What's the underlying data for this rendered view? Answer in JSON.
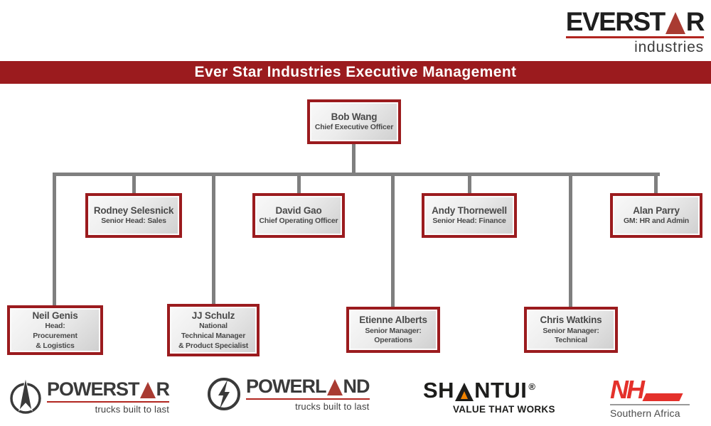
{
  "banner": {
    "title": "Ever Star Industries Executive Management",
    "bg": "#9B1B1E"
  },
  "brand": {
    "everstar": {
      "pre": "EVERST",
      "post": "R",
      "sub": "industries"
    }
  },
  "org": {
    "ceo": {
      "name": "Bob Wang",
      "title": "Chief Executive Officer"
    },
    "row2": [
      {
        "name": "Rodney Selesnick",
        "title": "Senior Head: Sales"
      },
      {
        "name": "David Gao",
        "title": "Chief Operating Officer"
      },
      {
        "name": "Andy Thornewell",
        "title": "Senior Head: Finance"
      },
      {
        "name": "Alan Parry",
        "title": "GM: HR and Admin"
      }
    ],
    "row3": [
      {
        "name": "Neil Genis",
        "title": "Head:\nProcurement\n& Logistics"
      },
      {
        "name": "JJ Schulz",
        "title": "National\nTechnical Manager\n& Product Specialist"
      },
      {
        "name": "Etienne Alberts",
        "title": "Senior Manager:\nOperations"
      },
      {
        "name": "Chris Watkins",
        "title": "Senior Manager:\nTechnical"
      }
    ]
  },
  "partners": {
    "powerstar": {
      "pre": "POWERST",
      "post": "R",
      "tagline": "trucks built to last"
    },
    "powerland": {
      "pre": "POWERL",
      "post": "ND",
      "tagline": "trucks built to last"
    },
    "shantui": {
      "pre": "SH",
      "post": "NTUI",
      "reg": "®",
      "tagline": "VALUE THAT WORKS"
    },
    "nhl": {
      "letters": "NH",
      "region": "Southern Africa"
    }
  },
  "colors": {
    "banner_red": "#9B1B1E",
    "box_border_red": "#9B1B1E",
    "connector_gray": "#7f7f7f",
    "accent_red_triangle": "#A93B32",
    "shantui_orange": "#F08300",
    "nhl_red": "#E4312B"
  }
}
